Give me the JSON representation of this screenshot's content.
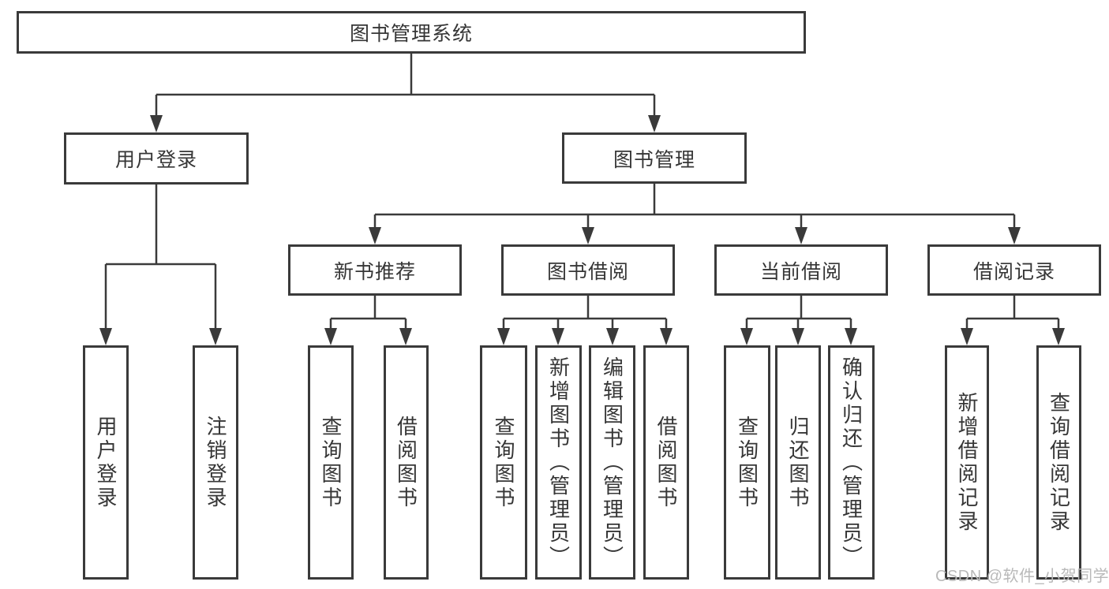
{
  "title": {
    "label": "图书管理系统"
  },
  "branches": {
    "user_login": {
      "label": "用户登录",
      "children": [
        {
          "label": "用户登录"
        },
        {
          "label": "注销登录"
        }
      ]
    },
    "book_mgmt": {
      "label": "图书管理",
      "groups": [
        {
          "label": "新书推荐",
          "children": [
            {
              "label": "查询图书"
            },
            {
              "label": "借阅图书"
            }
          ]
        },
        {
          "label": "图书借阅",
          "children": [
            {
              "label": "查询图书"
            },
            {
              "label": "新增图书（管理员）"
            },
            {
              "label": "编辑图书（管理员）"
            },
            {
              "label": "借阅图书"
            }
          ]
        },
        {
          "label": "当前借阅",
          "children": [
            {
              "label": "查询图书"
            },
            {
              "label": "归还图书"
            },
            {
              "label": "确认归还（管理员）"
            }
          ]
        },
        {
          "label": "借阅记录",
          "children": [
            {
              "label": "新增借阅记录"
            },
            {
              "label": "查询借阅记录"
            }
          ]
        }
      ]
    }
  },
  "watermark": {
    "text": "CSDN @软件_小贺同学"
  },
  "colors": {
    "line": "#3a3a3a",
    "text": "#363636",
    "box_background": "#ffffff",
    "watermark": "#b9b9b9",
    "background": "#ffffff"
  }
}
